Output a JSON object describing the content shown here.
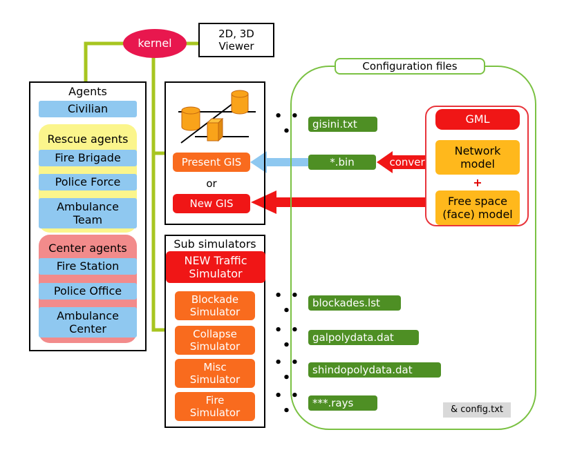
{
  "kernel": "kernel",
  "viewer": [
    "2D, 3D",
    "Viewer"
  ],
  "agents": {
    "title": "Agents",
    "civilian": "Civilian",
    "rescue": {
      "title": "Rescue agents",
      "items": [
        "Fire Brigade",
        "Police Force",
        [
          "Ambulance",
          "Team"
        ]
      ]
    },
    "center": {
      "title": "Center agents",
      "items": [
        "Fire Station",
        "Police Office",
        [
          "Ambulance",
          "Center"
        ]
      ]
    }
  },
  "gis": {
    "present": "Present GIS",
    "or": "or",
    "new": "New GIS"
  },
  "sub": {
    "title": "Sub simulators",
    "traffic": [
      "NEW Traffic",
      "Simulator"
    ],
    "items": [
      [
        "Blockade",
        "Simulator"
      ],
      [
        "Collapse",
        "Simulator"
      ],
      [
        "Misc",
        "Simulator"
      ],
      [
        "Fire",
        "Simulator"
      ]
    ]
  },
  "config": {
    "title": "Configuration files",
    "files": [
      "gisini.txt",
      "*.bin",
      "blockades.lst",
      "galpolydata.dat",
      "shindopolydata.dat",
      "***.rays"
    ],
    "note": "& config.txt"
  },
  "gml": {
    "title": "GML",
    "network": [
      "Network",
      "model"
    ],
    "plus": "+",
    "freespace": [
      "Free space",
      "(face) model"
    ]
  },
  "convert": "convert",
  "dots": "• • •",
  "colors": {
    "kernel": "#e8174e",
    "line_green": "#a7c520",
    "frame_green": "#7ac142",
    "file_green": "#4e8f24",
    "blue": "#8fc8f0",
    "orange": "#f96b1e",
    "red": "#f01616",
    "yellow": "#ffb81c",
    "arrow_blue": "#8ec8f0"
  }
}
